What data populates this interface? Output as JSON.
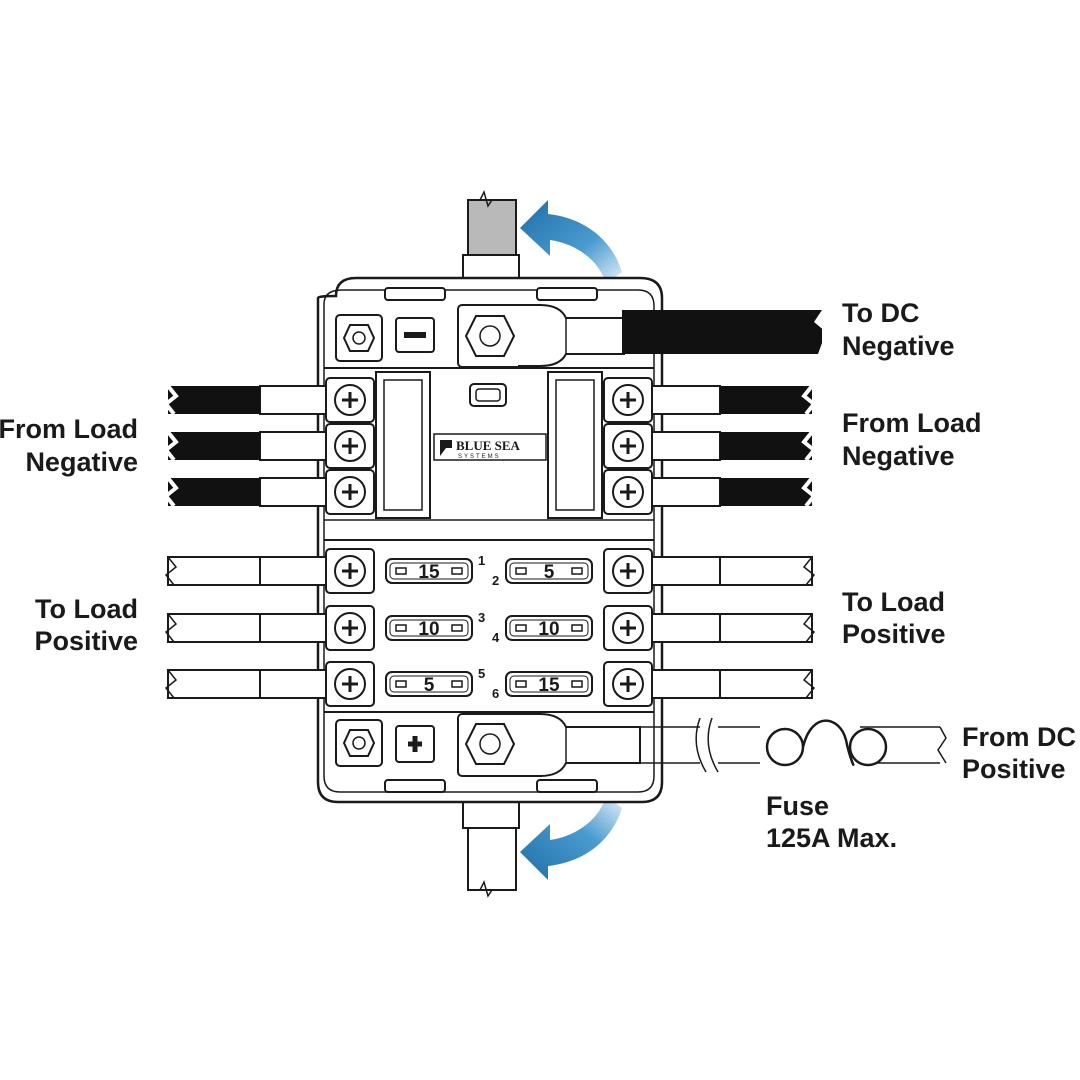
{
  "diagram": {
    "labels": {
      "to_dc_negative": [
        "To DC",
        "Negative"
      ],
      "from_load_negative_left": [
        "From Load",
        "Negative"
      ],
      "from_load_negative_right": [
        "From Load",
        "Negative"
      ],
      "to_load_positive_left": [
        "To Load",
        "Positive"
      ],
      "to_load_positive_right": [
        "To Load",
        "Positive"
      ],
      "from_dc_positive": [
        "From DC",
        "Positive"
      ],
      "fuse": [
        "Fuse",
        "125A Max."
      ]
    },
    "brand": {
      "name": "BLUE SEA",
      "sub": "SYSTEMS"
    },
    "fuses": [
      {
        "position": "1",
        "rating": "15"
      },
      {
        "position": "2",
        "rating": "5"
      },
      {
        "position": "3",
        "rating": "10"
      },
      {
        "position": "4",
        "rating": "10"
      },
      {
        "position": "5",
        "rating": "5"
      },
      {
        "position": "6",
        "rating": "15"
      }
    ],
    "colors": {
      "arrow": "#2e7fb8",
      "wire_negative": "#111111",
      "outline": "#1a1a1a"
    },
    "icons": {
      "negative_bus": "minus-icon",
      "positive_bus": "plus-icon",
      "terminal": "plus-screw-icon"
    }
  }
}
